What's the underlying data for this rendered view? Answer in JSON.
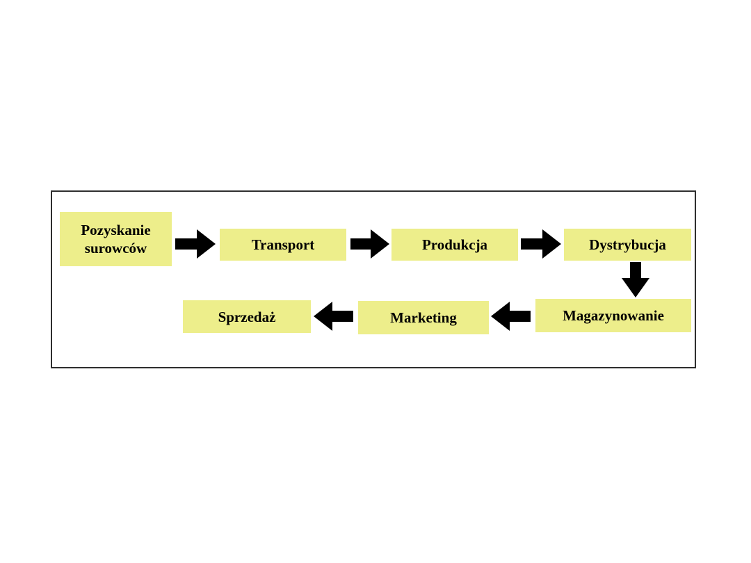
{
  "diagram": {
    "type": "process-flow",
    "language": "pl",
    "nodes": [
      {
        "id": "pozyskanie-surowcow",
        "label": "Pozyskanie surowców"
      },
      {
        "id": "transport",
        "label": "Transport"
      },
      {
        "id": "produkcja",
        "label": "Produkcja"
      },
      {
        "id": "dystrybucja",
        "label": "Dystrybucja"
      },
      {
        "id": "magazynowanie",
        "label": "Magazynowanie"
      },
      {
        "id": "marketing",
        "label": "Marketing"
      },
      {
        "id": "sprzedaz",
        "label": "Sprzedaż"
      }
    ],
    "edges": [
      {
        "from": "Pozyskanie surowców",
        "to": "Transport",
        "direction": "right"
      },
      {
        "from": "Transport",
        "to": "Produkcja",
        "direction": "right"
      },
      {
        "from": "Produkcja",
        "to": "Dystrybucja",
        "direction": "right"
      },
      {
        "from": "Dystrybucja",
        "to": "Magazynowanie",
        "direction": "down"
      },
      {
        "from": "Magazynowanie",
        "to": "Marketing",
        "direction": "left"
      },
      {
        "from": "Marketing",
        "to": "Sprzedaż",
        "direction": "left"
      }
    ],
    "colors": {
      "node_fill": "#edee8b",
      "arrow": "#000000",
      "frame_border": "#2e2e2e",
      "background": "#ffffff",
      "text": "#000000"
    }
  }
}
